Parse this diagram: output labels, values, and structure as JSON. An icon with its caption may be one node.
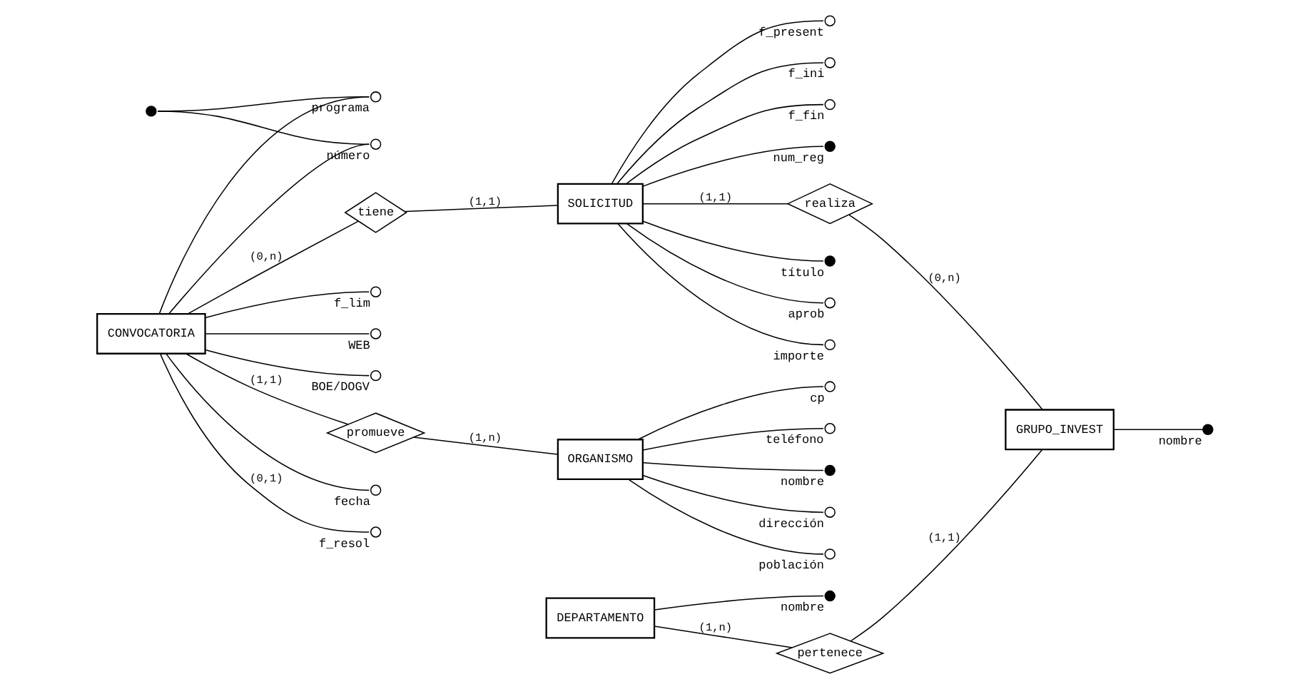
{
  "diagram": {
    "nodes": [
      {
        "text": [
          "promueve"
        ]
      },
      {
        "text": [
          "ORGANISMO"
        ]
      },
      {
        "text": [],
        "shape": "dot",
        "beside": [
          "nombre"
        ]
      },
      {
        "text": [],
        "shape": "circle",
        "beside": [
          "dirección"
        ]
      },
      {
        "text": [],
        "shape": "circle",
        "beside": [
          "población"
        ]
      },
      {
        "text": [],
        "shape": "circle",
        "beside": [
          "cp"
        ]
      },
      {
        "text": [],
        "shape": "circle",
        "beside": [
          "teléfono"
        ]
      },
      {
        "text": [],
        "shape": "dot"
      },
      {
        "text": [],
        "shape": "circle",
        "beside": [
          "fecha"
        ]
      },
      {
        "text": [],
        "shape": "circle",
        "beside": [
          "programa"
        ]
      },
      {
        "text": [],
        "shape": "circle",
        "beside": [
          "número"
        ]
      },
      {
        "text": [],
        "shape": "circle",
        "beside": [
          "f_lim"
        ]
      },
      {
        "text": [],
        "shape": "circle",
        "beside": [
          "WEB"
        ]
      },
      {
        "text": [],
        "shape": "circle",
        "beside": [
          "BOE/DOGV"
        ]
      },
      {
        "text": [],
        "shape": "circle",
        "beside": [
          "f_resol"
        ]
      },
      {
        "text": [
          "CONVOCATORIA"
        ]
      },
      {
        "text": [
          "tiene"
        ]
      },
      {
        "text": [
          "SOLICITUD"
        ]
      },
      {
        "text": [],
        "shape": "dot",
        "beside": [
          "título"
        ]
      },
      {
        "text": [],
        "shape": "circle",
        "beside": [
          "aprob"
        ]
      },
      {
        "text": [],
        "shape": "circle",
        "beside": [
          "importe"
        ]
      },
      {
        "text": [],
        "shape": "circle",
        "beside": [
          "f_present"
        ]
      },
      {
        "text": [],
        "shape": "circle",
        "beside": [
          "f_ini"
        ]
      },
      {
        "text": [],
        "shape": "circle",
        "beside": [
          "f_fin"
        ]
      },
      {
        "text": [],
        "shape": "dot",
        "beside": [
          "num_reg"
        ]
      },
      {
        "text": [
          "realiza"
        ]
      },
      {
        "text": [
          "DEPARTAMENTO"
        ]
      },
      {
        "text": [],
        "shape": "dot",
        "beside": [
          "nombre"
        ]
      },
      {
        "text": [
          "pertenece"
        ]
      },
      {
        "text": [
          "GRUPO_INVEST"
        ]
      },
      {
        "text": [],
        "shape": "dot",
        "beside": [
          "nombre"
        ]
      }
    ],
    "edges": [
      {
        "from": 15,
        "to": 0,
        "arrow": "none",
        "label": "(1,1)"
      },
      {
        "from": 0,
        "to": 1,
        "arrow": "none",
        "label": "(1,n)"
      },
      {
        "from": 1,
        "to": 2,
        "arrow": "none"
      },
      {
        "from": 1,
        "to": 3,
        "arrow": "none"
      },
      {
        "from": 1,
        "to": 4,
        "arrow": "none"
      },
      {
        "from": 1,
        "to": 5,
        "arrow": "none"
      },
      {
        "from": 1,
        "to": 6,
        "arrow": "none"
      },
      {
        "from": 7,
        "to": 9,
        "arrow": "none"
      },
      {
        "from": 7,
        "to": 10,
        "arrow": "none"
      },
      {
        "from": 15,
        "to": 8,
        "arrow": "none"
      },
      {
        "from": 15,
        "to": 9,
        "arrow": "none"
      },
      {
        "from": 15,
        "to": 10,
        "arrow": "none"
      },
      {
        "from": 15,
        "to": 11,
        "arrow": "none"
      },
      {
        "from": 15,
        "to": 12,
        "arrow": "none"
      },
      {
        "from": 15,
        "to": 13,
        "arrow": "none"
      },
      {
        "from": 15,
        "to": 14,
        "arrow": "none",
        "label": "(0,1)"
      },
      {
        "from": 15,
        "to": 16,
        "arrow": "none",
        "label": "(0,n)"
      },
      {
        "from": 16,
        "to": 17,
        "arrow": "none",
        "label": "(1,1)"
      },
      {
        "from": 17,
        "to": 18,
        "arrow": "none"
      },
      {
        "from": 17,
        "to": 19,
        "arrow": "none"
      },
      {
        "from": 17,
        "to": 20,
        "arrow": "none"
      },
      {
        "from": 17,
        "to": 21,
        "arrow": "none"
      },
      {
        "from": 17,
        "to": 22,
        "arrow": "none"
      },
      {
        "from": 17,
        "to": 23,
        "arrow": "none"
      },
      {
        "from": 17,
        "to": 24,
        "arrow": "none"
      },
      {
        "from": 17,
        "to": 25,
        "arrow": "none",
        "label": "(1,1)"
      },
      {
        "from": 25,
        "to": 29,
        "arrow": "none",
        "label": "(0,n)"
      },
      {
        "from": 26,
        "to": 27,
        "arrow": "none"
      },
      {
        "from": 26,
        "to": 28,
        "arrow": "none",
        "label": "(1,n)"
      },
      {
        "from": 28,
        "to": 29,
        "arrow": "none",
        "label": "(1,1)"
      },
      {
        "from": 29,
        "to": 30,
        "arrow": "none"
      }
    ]
  }
}
